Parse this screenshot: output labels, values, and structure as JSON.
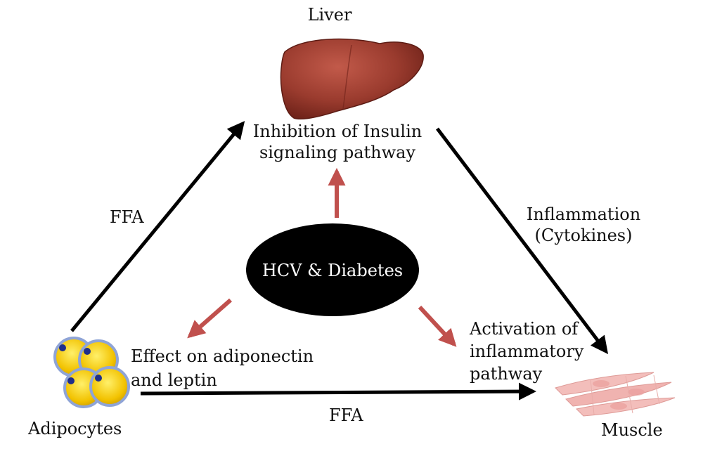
{
  "labels": {
    "liver": "Liver",
    "inhibition_line1": "Inhibition of Insulin",
    "inhibition_line2": "signaling pathway",
    "ffa_left": "FFA",
    "inflammation_line1": "Inflammation",
    "inflammation_line2": "(Cytokines)",
    "hcv": "HCV & Diabetes",
    "activation_line1": "Activation of",
    "activation_line2": "inflammatory",
    "activation_line3": "pathway",
    "adipo_effect_line1": "Effect on adiponectin",
    "adipo_effect_line2": "and leptin",
    "adipocytes": "Adipocytes",
    "ffa_bottom": "FFA",
    "muscle": "Muscle"
  },
  "colors": {
    "black_arrow": "#000000",
    "red_arrow": "#c0504d",
    "liver": "#9a3b2e",
    "adipocyte_fill": "#f2c200",
    "adipocyte_nucleus": "#1f2e8a",
    "muscle": "#e8a0a0"
  }
}
